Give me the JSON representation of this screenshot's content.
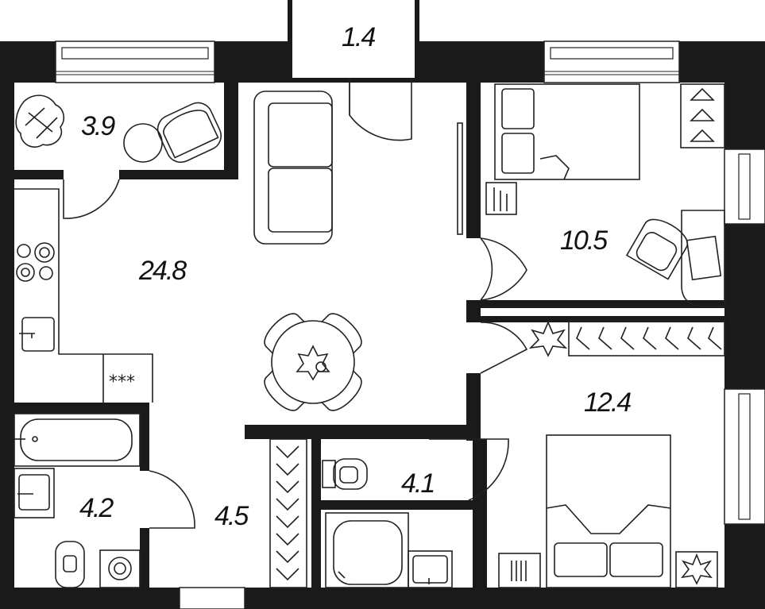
{
  "rooms": {
    "balcony": {
      "area": "1.4"
    },
    "loggia": {
      "area": "3.9"
    },
    "living": {
      "area": "24.8"
    },
    "bedroom_1": {
      "area": "10.5"
    },
    "bedroom_2": {
      "area": "12.4"
    },
    "bathroom": {
      "area": "4.2"
    },
    "hallway": {
      "area": "4.5"
    },
    "toilet": {
      "area": "4.1"
    }
  },
  "stove_panel": {
    "marks": "***"
  },
  "colors": {
    "wall": "#1a1a1a",
    "line": "#222222",
    "background": "#ffffff"
  },
  "icons": [
    "plant-icon",
    "armchair-icon",
    "sofa-icon",
    "dining-table-icon",
    "bed-icon",
    "hanger-icon",
    "sink-icon",
    "bathtub-icon",
    "toilet-icon",
    "shower-icon",
    "washing-machine-icon",
    "stove-icon",
    "desk-icon",
    "radiator-icon"
  ]
}
